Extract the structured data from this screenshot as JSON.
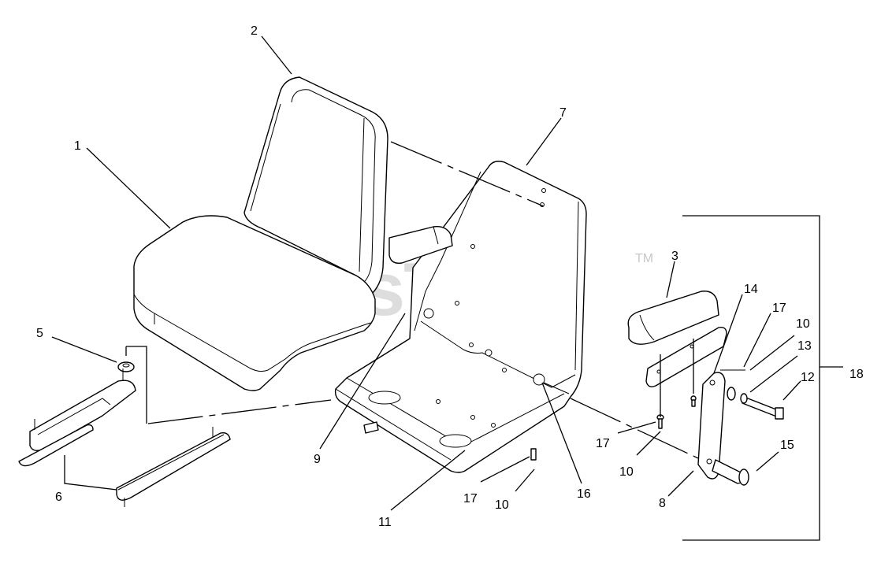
{
  "watermark": {
    "text": "PartsTree",
    "trademark": "TM"
  },
  "callouts": [
    {
      "id": "c1",
      "label": "1"
    },
    {
      "id": "c2",
      "label": "2"
    },
    {
      "id": "c3",
      "label": "3"
    },
    {
      "id": "c5",
      "label": "5"
    },
    {
      "id": "c6",
      "label": "6"
    },
    {
      "id": "c7",
      "label": "7"
    },
    {
      "id": "c8",
      "label": "8"
    },
    {
      "id": "c9",
      "label": "9"
    },
    {
      "id": "c10a",
      "label": "10"
    },
    {
      "id": "c10b",
      "label": "10"
    },
    {
      "id": "c10c",
      "label": "10"
    },
    {
      "id": "c11",
      "label": "11"
    },
    {
      "id": "c12",
      "label": "12"
    },
    {
      "id": "c13",
      "label": "13"
    },
    {
      "id": "c14",
      "label": "14"
    },
    {
      "id": "c15",
      "label": "15"
    },
    {
      "id": "c16",
      "label": "16"
    },
    {
      "id": "c17a",
      "label": "17"
    },
    {
      "id": "c17b",
      "label": "17"
    },
    {
      "id": "c17c",
      "label": "17"
    },
    {
      "id": "c18",
      "label": "18"
    }
  ]
}
